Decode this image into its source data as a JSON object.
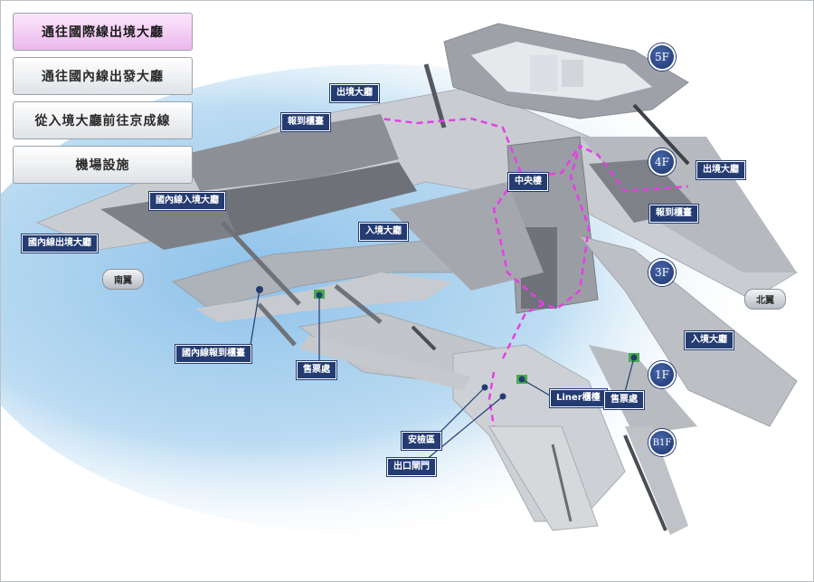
{
  "nav": [
    {
      "label": "通往國際線出境大廳",
      "active": true
    },
    {
      "label": "通往國內線出發大廳",
      "active": false
    },
    {
      "label": "從入境大廳前往京成線",
      "active": false
    },
    {
      "label": "機場設施",
      "active": false
    }
  ],
  "floors": [
    "5F",
    "4F",
    "3F",
    "1F",
    "B1F"
  ],
  "labels": {
    "departure_lobby_5f": "出境大廳",
    "checkin_5f": "報到櫃臺",
    "departure_lobby_4f": "出境大廳",
    "checkin_4f": "報到櫃臺",
    "central_building": "中央樓",
    "domestic_arrival": "國內線入境大廳",
    "domestic_departure": "國內線出境大廳",
    "arrival_lobby_3f": "入境大廳",
    "arrival_lobby_1f": "入境大廳",
    "domestic_checkin": "國內線報到櫃臺",
    "ticket_office_left": "售票處",
    "ticket_office_right": "售票處",
    "liner_counter": "Liner櫃檯",
    "security": "安檢區",
    "exit_gate": "出口閘門",
    "south_wing": "南翼",
    "north_wing": "北翼"
  },
  "colors": {
    "route": "#e63ee6",
    "label_bg": "#243c72",
    "floor_badge": "#1e3570",
    "water": "#a9cde9",
    "floor_fill": "#c4c8cd",
    "ticket_marker": "#44b04a"
  }
}
